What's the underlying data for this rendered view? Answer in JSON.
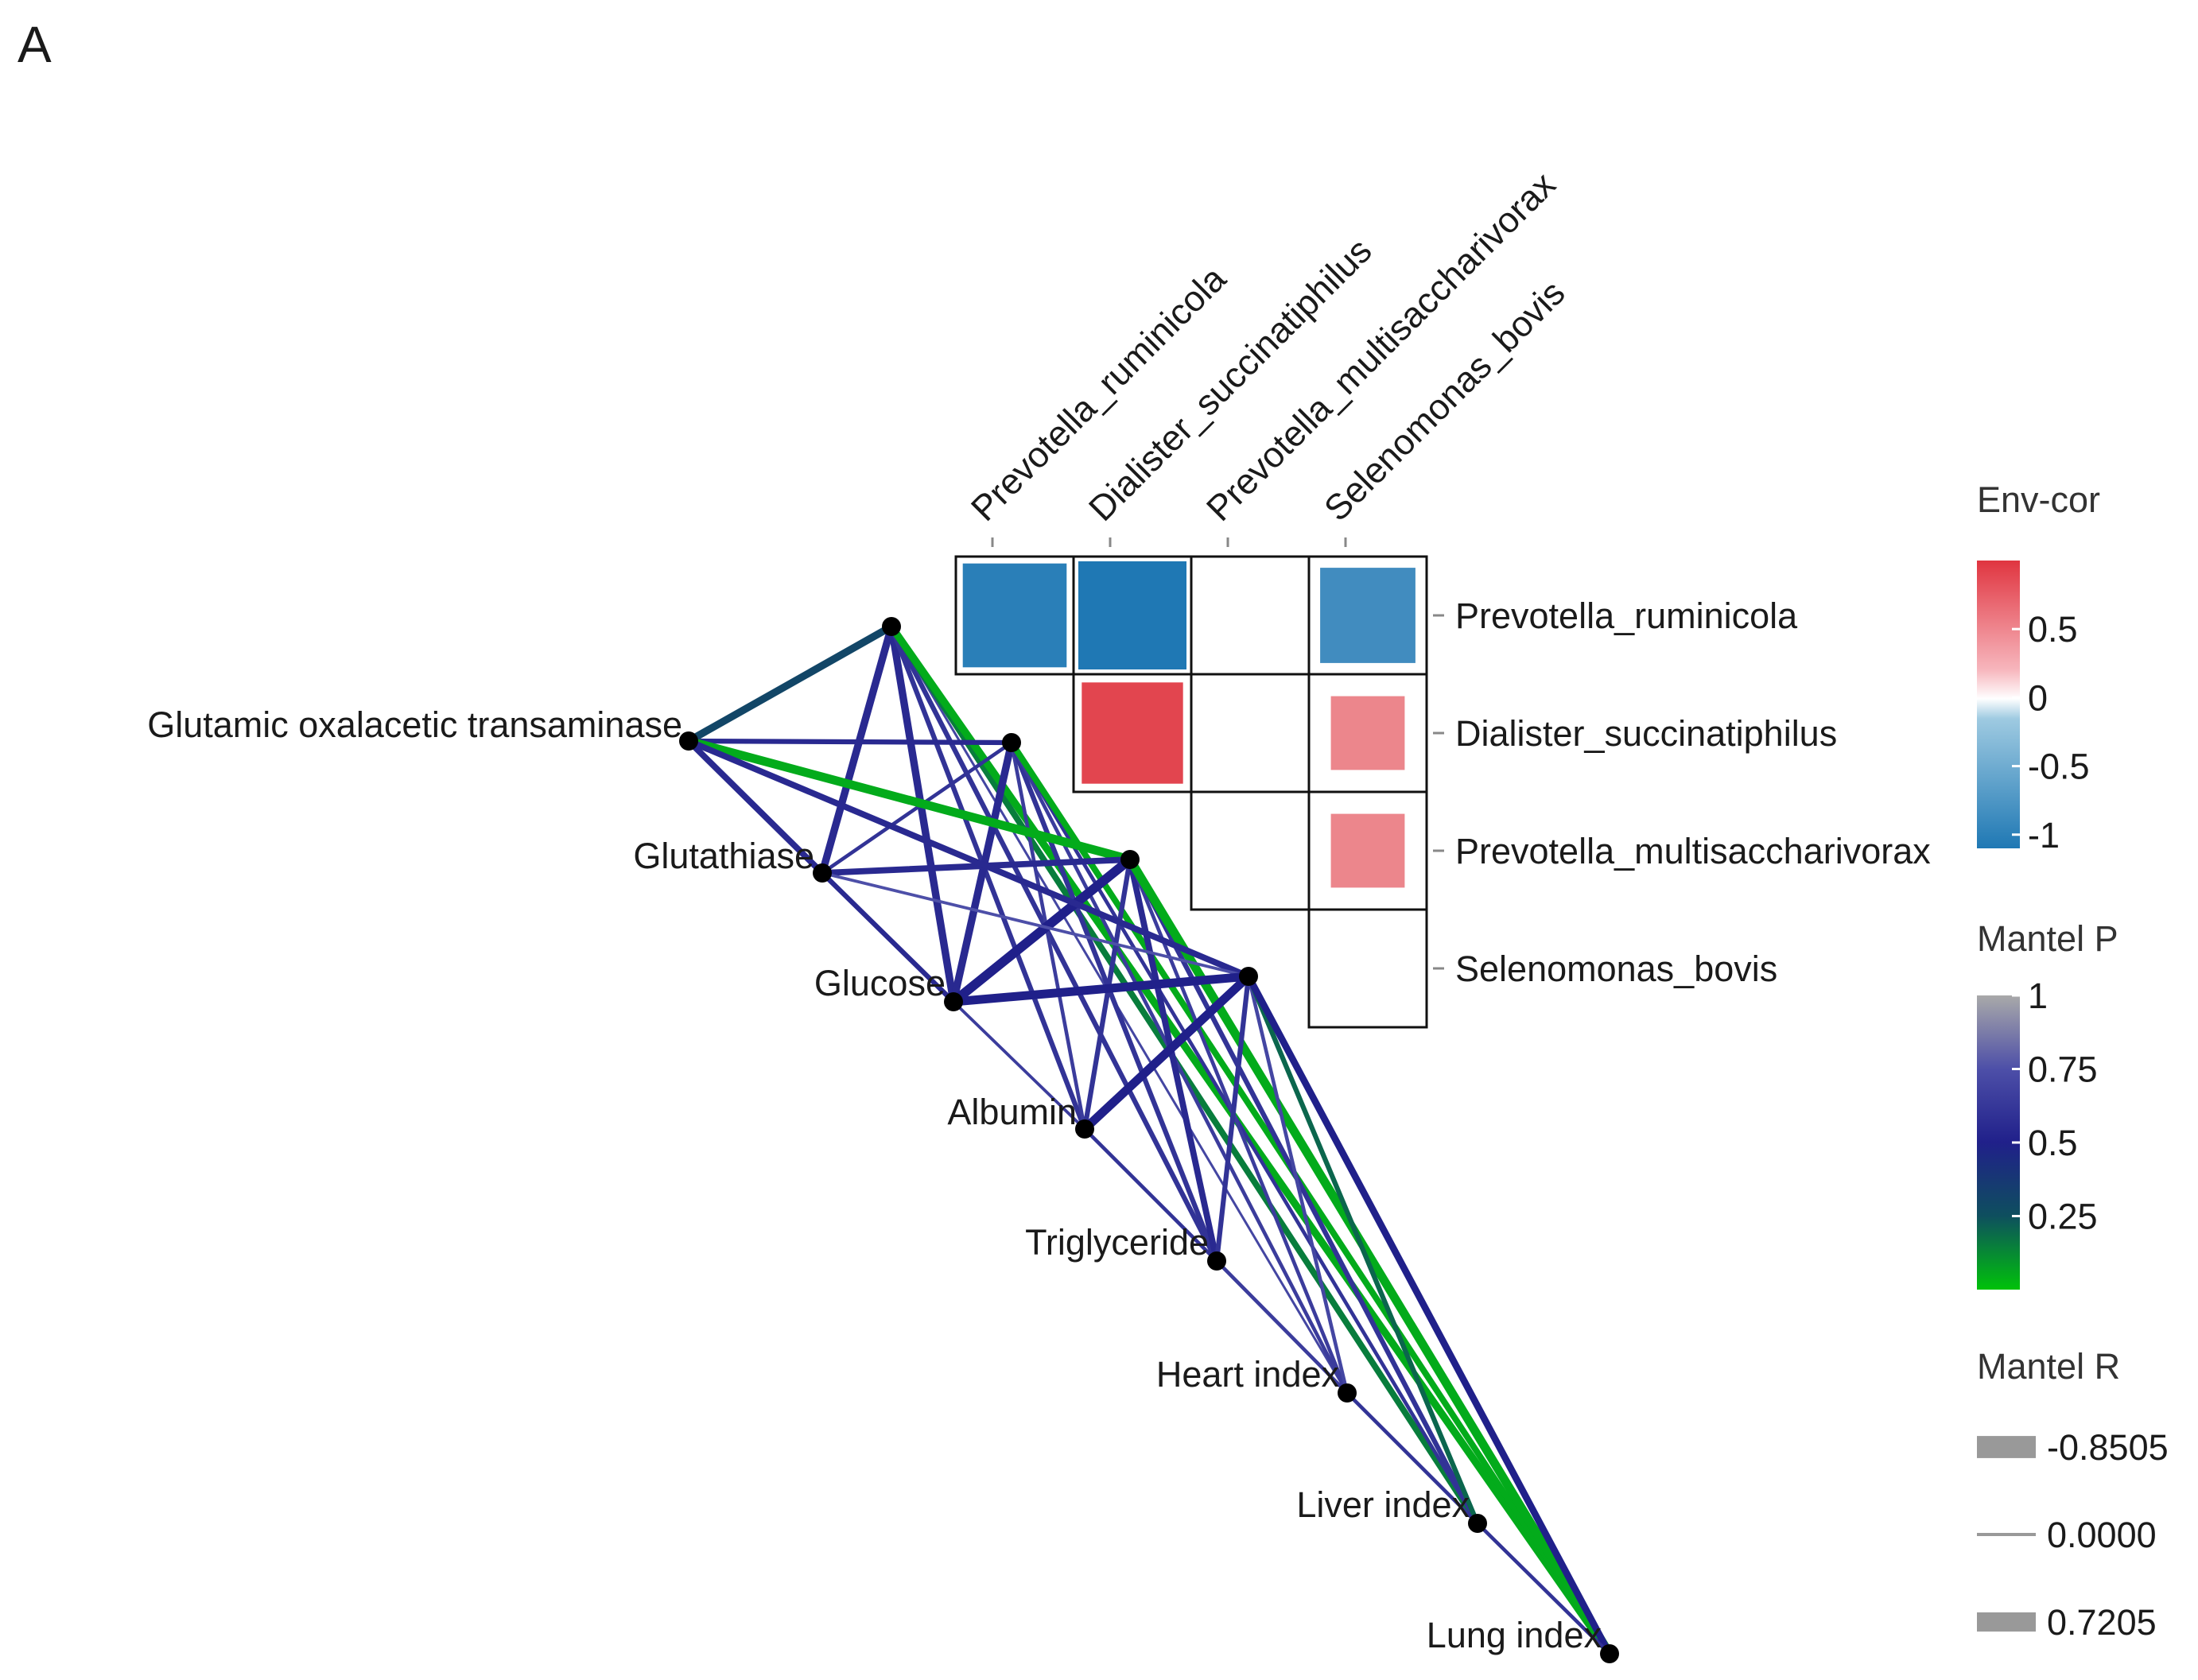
{
  "panel_label": "A",
  "chart_data": {
    "type": "heatmap",
    "species": [
      "Prevotella_ruminicola",
      "Dialister_succinatiphilus",
      "Prevotella_multisaccharivorax",
      "Selenomonas_bovis"
    ],
    "env_cor_matrix": [
      {
        "row": "Prevotella_ruminicola",
        "col": "Prevotella_ruminicola",
        "value": -0.95
      },
      {
        "row": "Prevotella_ruminicola",
        "col": "Dialister_succinatiphilus",
        "value": -1.0
      },
      {
        "row": "Prevotella_ruminicola",
        "col": "Selenomonas_bovis",
        "value": -0.85
      },
      {
        "row": "Dialister_succinatiphilus",
        "col": "Dialister_succinatiphilus",
        "value": 0.92
      },
      {
        "row": "Dialister_succinatiphilus",
        "col": "Selenomonas_bovis",
        "value": 0.6
      },
      {
        "row": "Prevotella_multisaccharivorax",
        "col": "Selenomonas_bovis",
        "value": 0.6
      }
    ],
    "nodes": [
      "Glutamic oxalacetic transaminase",
      "Glutathiase",
      "Glucose",
      "Albumin",
      "Triglyceride",
      "Heart index",
      "Liver index",
      "Lung index"
    ],
    "mantel_links": [
      {
        "species": "Prevotella_ruminicola",
        "variable": "Glutamic oxalacetic transaminase",
        "p": 0.3,
        "r": 0.4
      },
      {
        "species": "Prevotella_ruminicola",
        "variable": "Glutathiase",
        "p": 0.55,
        "r": 0.4
      },
      {
        "species": "Prevotella_ruminicola",
        "variable": "Glucose",
        "p": 0.55,
        "r": 0.4
      },
      {
        "species": "Prevotella_ruminicola",
        "variable": "Albumin",
        "p": 0.6,
        "r": 0.2
      },
      {
        "species": "Prevotella_ruminicola",
        "variable": "Triglyceride",
        "p": 0.6,
        "r": 0.2
      },
      {
        "species": "Prevotella_ruminicola",
        "variable": "Heart index",
        "p": 0.7,
        "r": 0.0
      },
      {
        "species": "Prevotella_ruminicola",
        "variable": "Liver index",
        "p": 0.15,
        "r": 0.3
      },
      {
        "species": "Prevotella_ruminicola",
        "variable": "Lung index",
        "p": 0.05,
        "r": 0.4
      },
      {
        "species": "Dialister_succinatiphilus",
        "variable": "Glutamic oxalacetic transaminase",
        "p": 0.55,
        "r": 0.2
      },
      {
        "species": "Dialister_succinatiphilus",
        "variable": "Glutathiase",
        "p": 0.6,
        "r": 0.1
      },
      {
        "species": "Dialister_succinatiphilus",
        "variable": "Glucose",
        "p": 0.55,
        "r": 0.4
      },
      {
        "species": "Dialister_succinatiphilus",
        "variable": "Albumin",
        "p": 0.65,
        "r": 0.1
      },
      {
        "species": "Dialister_succinatiphilus",
        "variable": "Triglyceride",
        "p": 0.6,
        "r": 0.2
      },
      {
        "species": "Dialister_succinatiphilus",
        "variable": "Heart index",
        "p": 0.65,
        "r": 0.1
      },
      {
        "species": "Dialister_succinatiphilus",
        "variable": "Liver index",
        "p": 0.6,
        "r": 0.1
      },
      {
        "species": "Dialister_succinatiphilus",
        "variable": "Lung index",
        "p": 0.05,
        "r": 0.3
      },
      {
        "species": "Prevotella_multisaccharivorax",
        "variable": "Glutamic oxalacetic transaminase",
        "p": 0.05,
        "r": 0.5
      },
      {
        "species": "Prevotella_multisaccharivorax",
        "variable": "Glutathiase",
        "p": 0.55,
        "r": 0.3
      },
      {
        "species": "Prevotella_multisaccharivorax",
        "variable": "Glucose",
        "p": 0.5,
        "r": 0.55
      },
      {
        "species": "Prevotella_multisaccharivorax",
        "variable": "Albumin",
        "p": 0.6,
        "r": 0.2
      },
      {
        "species": "Prevotella_multisaccharivorax",
        "variable": "Triglyceride",
        "p": 0.55,
        "r": 0.3
      },
      {
        "species": "Prevotella_multisaccharivorax",
        "variable": "Heart index",
        "p": 0.65,
        "r": 0.1
      },
      {
        "species": "Prevotella_multisaccharivorax",
        "variable": "Liver index",
        "p": 0.6,
        "r": 0.2
      },
      {
        "species": "Prevotella_multisaccharivorax",
        "variable": "Lung index",
        "p": 0.05,
        "r": 0.5
      },
      {
        "species": "Selenomonas_bovis",
        "variable": "Glutamic oxalacetic transaminase",
        "p": 0.55,
        "r": 0.3
      },
      {
        "species": "Selenomonas_bovis",
        "variable": "Glutathiase",
        "p": 0.75,
        "r": 0.05
      },
      {
        "species": "Selenomonas_bovis",
        "variable": "Glucose",
        "p": 0.5,
        "r": 0.5
      },
      {
        "species": "Selenomonas_bovis",
        "variable": "Albumin",
        "p": 0.5,
        "r": 0.5
      },
      {
        "species": "Selenomonas_bovis",
        "variable": "Triglyceride",
        "p": 0.6,
        "r": 0.2
      },
      {
        "species": "Selenomonas_bovis",
        "variable": "Heart index",
        "p": 0.7,
        "r": 0.1
      },
      {
        "species": "Selenomonas_bovis",
        "variable": "Liver index",
        "p": 0.2,
        "r": 0.2
      },
      {
        "species": "Selenomonas_bovis",
        "variable": "Lung index",
        "p": 0.5,
        "r": 0.35
      }
    ],
    "node_links": [
      {
        "from": "Glutamic oxalacetic transaminase",
        "to": "Glutathiase",
        "p": 0.55,
        "r": 0.3
      },
      {
        "from": "Glutathiase",
        "to": "Glucose",
        "p": 0.55,
        "r": 0.2
      },
      {
        "from": "Glucose",
        "to": "Albumin",
        "p": 0.65,
        "r": 0.05
      },
      {
        "from": "Albumin",
        "to": "Triglyceride",
        "p": 0.6,
        "r": 0.1
      },
      {
        "from": "Triglyceride",
        "to": "Heart index",
        "p": 0.65,
        "r": 0.1
      },
      {
        "from": "Heart index",
        "to": "Liver index",
        "p": 0.6,
        "r": 0.1
      },
      {
        "from": "Liver index",
        "to": "Lung index",
        "p": 0.6,
        "r": 0.1
      }
    ],
    "legends": {
      "env_cor": {
        "title": "Env-cor",
        "ticks": [
          {
            "label": "0.5",
            "value": 0.5
          },
          {
            "label": "0",
            "value": 0
          },
          {
            "label": "-0.5",
            "value": -0.5
          },
          {
            "label": "-1",
            "value": -1
          }
        ],
        "range": [
          -1.1,
          1.0
        ],
        "colors": [
          "#2c7bb6",
          "#ffffff",
          "#d7191c"
        ]
      },
      "mantel_p": {
        "title": "Mantel P",
        "ticks": [
          {
            "label": "1",
            "value": 1
          },
          {
            "label": "0.75",
            "value": 0.75
          },
          {
            "label": "0.5",
            "value": 0.5
          },
          {
            "label": "0.25",
            "value": 0.25
          }
        ],
        "range": [
          0.0,
          1.0
        ],
        "stops": [
          {
            "p": 0.0,
            "color": "#00c20a"
          },
          {
            "p": 0.25,
            "color": "#0e4f5e"
          },
          {
            "p": 0.5,
            "color": "#20208a"
          },
          {
            "p": 0.75,
            "color": "#4d4fa8"
          },
          {
            "p": 1.0,
            "color": "#a9a9a9"
          }
        ]
      },
      "mantel_r": {
        "title": "Mantel R",
        "items": [
          {
            "label": "-0.8505",
            "r": 0.8505
          },
          {
            "label": "0.0000",
            "r": 0.0
          },
          {
            "label": "0.7205",
            "r": 0.7205
          }
        ],
        "color": "#999999"
      }
    }
  }
}
